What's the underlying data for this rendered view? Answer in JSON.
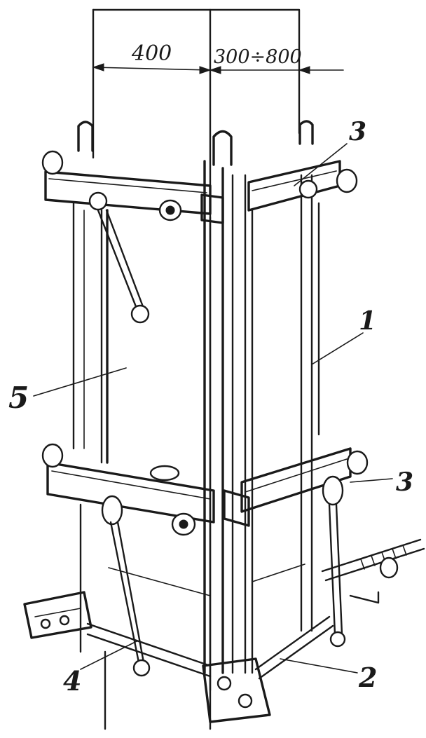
{
  "dimensions": {
    "width_label": "400",
    "depth_label": "300÷800"
  },
  "labels": {
    "yoke_tie": "1",
    "corner_clamp": "2",
    "yoke_upper": "3",
    "yoke_lower": "3",
    "panel_lower": "4",
    "panel_side": "5"
  }
}
